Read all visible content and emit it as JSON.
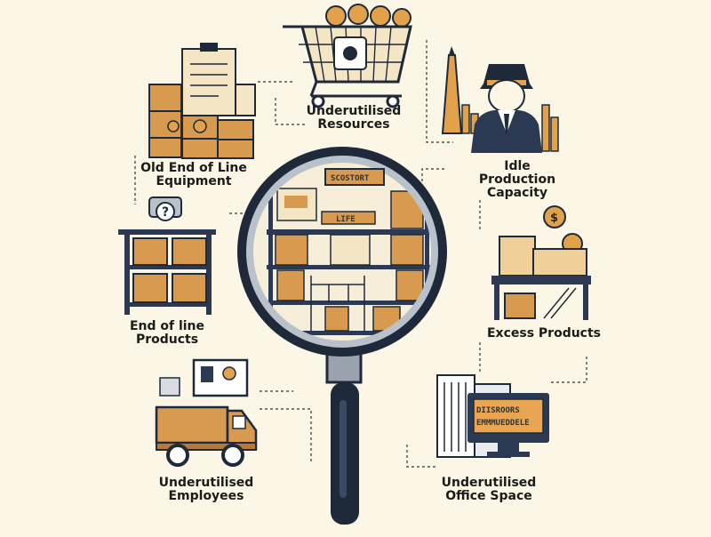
{
  "colors": {
    "background": "#fbf6e6",
    "box_fill": "#d89a4f",
    "box_dark": "#b5793a",
    "outline": "#1e2a3a",
    "navy": "#2b3a52",
    "glass": "#f6eed8"
  },
  "labels": {
    "underutilised_resources": [
      "Underutilised",
      "Resources"
    ],
    "idle_production_capacity": [
      "Idle",
      "Production",
      "Capacity"
    ],
    "old_end_of_line_equipment": [
      "Old End of Line",
      "Equipment"
    ],
    "end_of_line_products": [
      "End of line",
      "Products"
    ],
    "excess_products": [
      "Excess Products"
    ],
    "underutilised_employees": [
      "Underutilised",
      "Employees"
    ],
    "underutilised_office_space": [
      "Underutilised",
      "Office Space"
    ]
  },
  "signs": {
    "warehouse_top_sign": "SCOSTORT",
    "warehouse_shelf_sign": "LIFE",
    "office_screen_line1": "DIISROORS",
    "office_screen_line2": "EMMMUEDDELE"
  },
  "icons": [
    "shopping-cart-icon",
    "businessman-icon",
    "warehouse-shelves-icon",
    "storage-rack-icon",
    "stacked-boxes-icon",
    "delivery-truck-icon",
    "office-building-icon",
    "magnifying-glass-icon"
  ]
}
